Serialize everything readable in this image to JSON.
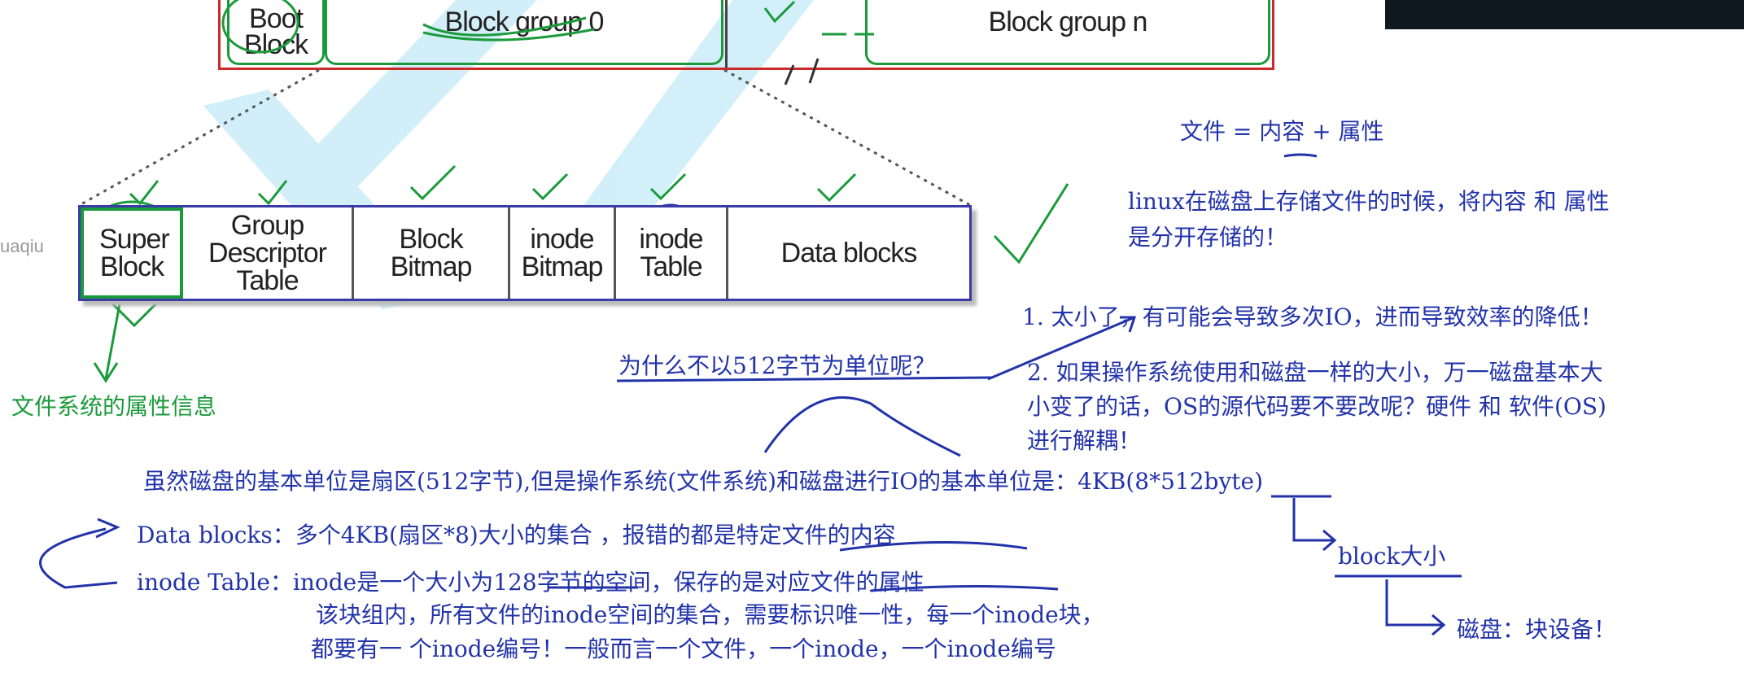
{
  "top_diagram": {
    "boot_block": "Boot Block",
    "block_group_0": "Block group 0",
    "block_group_n": "Block group n"
  },
  "detail_diagram": {
    "cells": [
      "Super Block",
      "Group Descriptor Table",
      "Block Bitmap",
      "inode Bitmap",
      "inode Table",
      "Data blocks"
    ]
  },
  "watermark_fragment": "uaqiu",
  "notes": {
    "superblock_label": "文件系统的属性信息",
    "file_equation": "文件 = 内容 + 属性",
    "storage_line1": "linux在磁盘上存储文件的时候，将内容 和 属性",
    "storage_line2": "是分开存储的！",
    "reason1": "1. 太小了，有可能会导致多次IO，进而导致效率的降低！",
    "reason2_line1": "2. 如果操作系统使用和磁盘一样的大小，万一磁盘基本大",
    "reason2_line2": "小变了的话，OS的源代码要不要改呢？硬件 和 软件(OS)",
    "reason2_line3": "进行解耦！",
    "question": "为什么不以512字节为单位呢？",
    "main_line_prefix": "虽然磁盘的基本单位是扇区(512字节),但是操作系统(文件系统)和磁盘进行IO的基本单位是：",
    "main_line_value": "4KB(8*512byte)",
    "block_size": "block大小",
    "disk_device": "磁盘：块设备！",
    "data_blocks_line": "Data blocks：多个4KB(扇区*8)大小的集合 ，报错的都是特定文件的内容",
    "inode_table_line1": "inode Table：inode是一个大小为128字节的空间，保存的是对应文件的属性",
    "inode_table_line2": "该块组内，所有文件的inode空间的集合，需要标识唯一性，每一个inode块，",
    "inode_table_line3": "都要有一 个inode编号！一般而言一个文件，一个inode，一个inode编号"
  },
  "colors": {
    "annotation_blue": "#2233aa",
    "marker_green": "#1a9a3a",
    "frame_red": "#cc2a2a",
    "frame_blue": "#3a3aa8"
  }
}
